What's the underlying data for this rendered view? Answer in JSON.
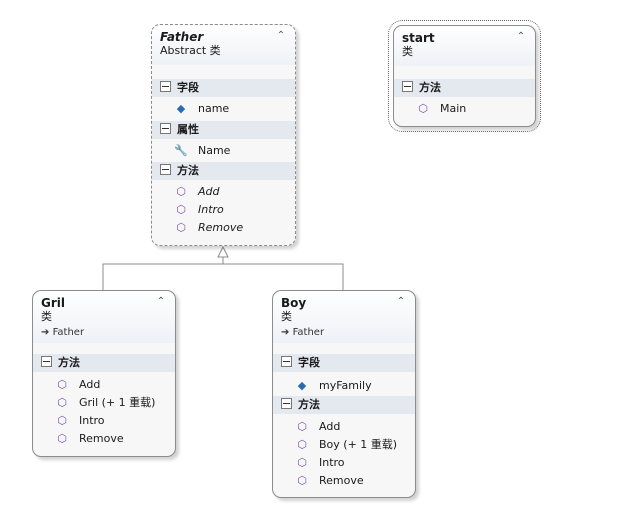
{
  "classes": {
    "father": {
      "name": "Father",
      "stereotype": "Abstract 类",
      "sections": [
        {
          "label": "字段",
          "members": [
            {
              "name": "name",
              "icon": "field-icon"
            }
          ]
        },
        {
          "label": "属性",
          "members": [
            {
              "name": "Name",
              "icon": "wrench-icon"
            }
          ]
        },
        {
          "label": "方法",
          "members": [
            {
              "name": "Add",
              "icon": "method-icon"
            },
            {
              "name": "Intro",
              "icon": "method-icon"
            },
            {
              "name": "Remove",
              "icon": "method-icon"
            }
          ]
        }
      ]
    },
    "start": {
      "name": "start",
      "stereotype": "类",
      "sections": [
        {
          "label": "方法",
          "members": [
            {
              "name": "Main",
              "icon": "method-icon"
            }
          ]
        }
      ]
    },
    "gril": {
      "name": "Gril",
      "stereotype": "类",
      "inherits": "Father",
      "sections": [
        {
          "label": "方法",
          "members": [
            {
              "name": "Add",
              "icon": "method-icon"
            },
            {
              "name": "Gril (+ 1 重载)",
              "icon": "method-icon"
            },
            {
              "name": "Intro",
              "icon": "method-icon"
            },
            {
              "name": "Remove",
              "icon": "method-icon"
            }
          ]
        }
      ]
    },
    "boy": {
      "name": "Boy",
      "stereotype": "类",
      "inherits": "Father",
      "sections": [
        {
          "label": "字段",
          "members": [
            {
              "name": "myFamily",
              "icon": "field-icon"
            }
          ]
        },
        {
          "label": "方法",
          "members": [
            {
              "name": "Add",
              "icon": "method-icon"
            },
            {
              "name": "Boy (+ 1 重载)",
              "icon": "method-icon"
            },
            {
              "name": "Intro",
              "icon": "method-icon"
            },
            {
              "name": "Remove",
              "icon": "method-icon"
            }
          ]
        }
      ]
    }
  },
  "icons": {
    "collapse": "⌃",
    "inherit_arrow": "➔",
    "method": "⬡",
    "field": "◆",
    "property": "🔧"
  },
  "colors": {
    "method_icon": "#7b4fa8",
    "field_icon": "#2b6cb0",
    "compartment_bg": "#e4e8ef"
  }
}
